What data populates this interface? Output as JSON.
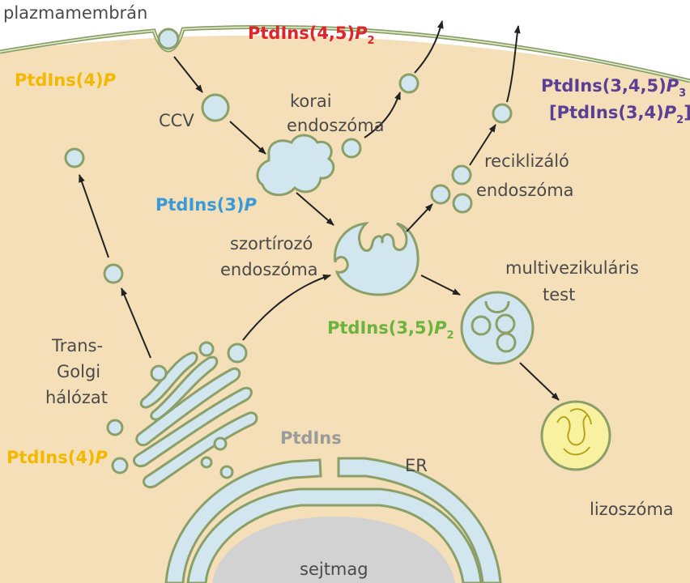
{
  "colors": {
    "cytoplasm": "#f5dfb8",
    "membrane_fill": "#d2e6ef",
    "membrane_edge": "#8aa068",
    "nucleus": "#d2d2d2",
    "lysosome": "#f8f1a0",
    "red": "#e0242b",
    "yellow": "#f4b800",
    "blue": "#3a9ad8",
    "green": "#6cb33e",
    "purple": "#5b3f96",
    "gray": "#9b9b9b"
  },
  "labels": {
    "plasma_membrane": "plazmamembrán",
    "ccv": "CCV",
    "early_endosome_1": "korai",
    "early_endosome_2": "endoszóma",
    "recycling_endosome_1": "reciklizáló",
    "recycling_endosome_2": "endoszóma",
    "sorting_endosome_1": "szortírozó",
    "sorting_endosome_2": "endoszóma",
    "mvb_1": "multivezikuláris",
    "mvb_2": "test",
    "tgn_1": "Trans-",
    "tgn_2": "Golgi",
    "tgn_3": "hálózat",
    "er": "ER",
    "lysosome": "lizoszóma",
    "nucleus": "sejtmag"
  },
  "lipids": {
    "pip2_45": {
      "main": "PtdIns(4,5)",
      "italic": "P",
      "sub": "2"
    },
    "pi4p_top": {
      "main": "PtdIns(4)",
      "italic": "P"
    },
    "pip3_main": "PtdIns(3,4,5)",
    "pip3_italic": "P",
    "pip3_sub": "3",
    "pip2_34_open": "[PtdIns(3,4)",
    "pip2_34_italic": "P",
    "pip2_34_sub": "2",
    "pip2_34_close": "]",
    "pi3p": {
      "main": "PtdIns(3)",
      "italic": "P"
    },
    "pip2_35": {
      "main": "PtdIns(3,5)",
      "italic": "P",
      "sub": "2"
    },
    "pi4p_bottom": {
      "main": "PtdIns(4)",
      "italic": "P"
    },
    "ptdins": "PtdIns"
  }
}
